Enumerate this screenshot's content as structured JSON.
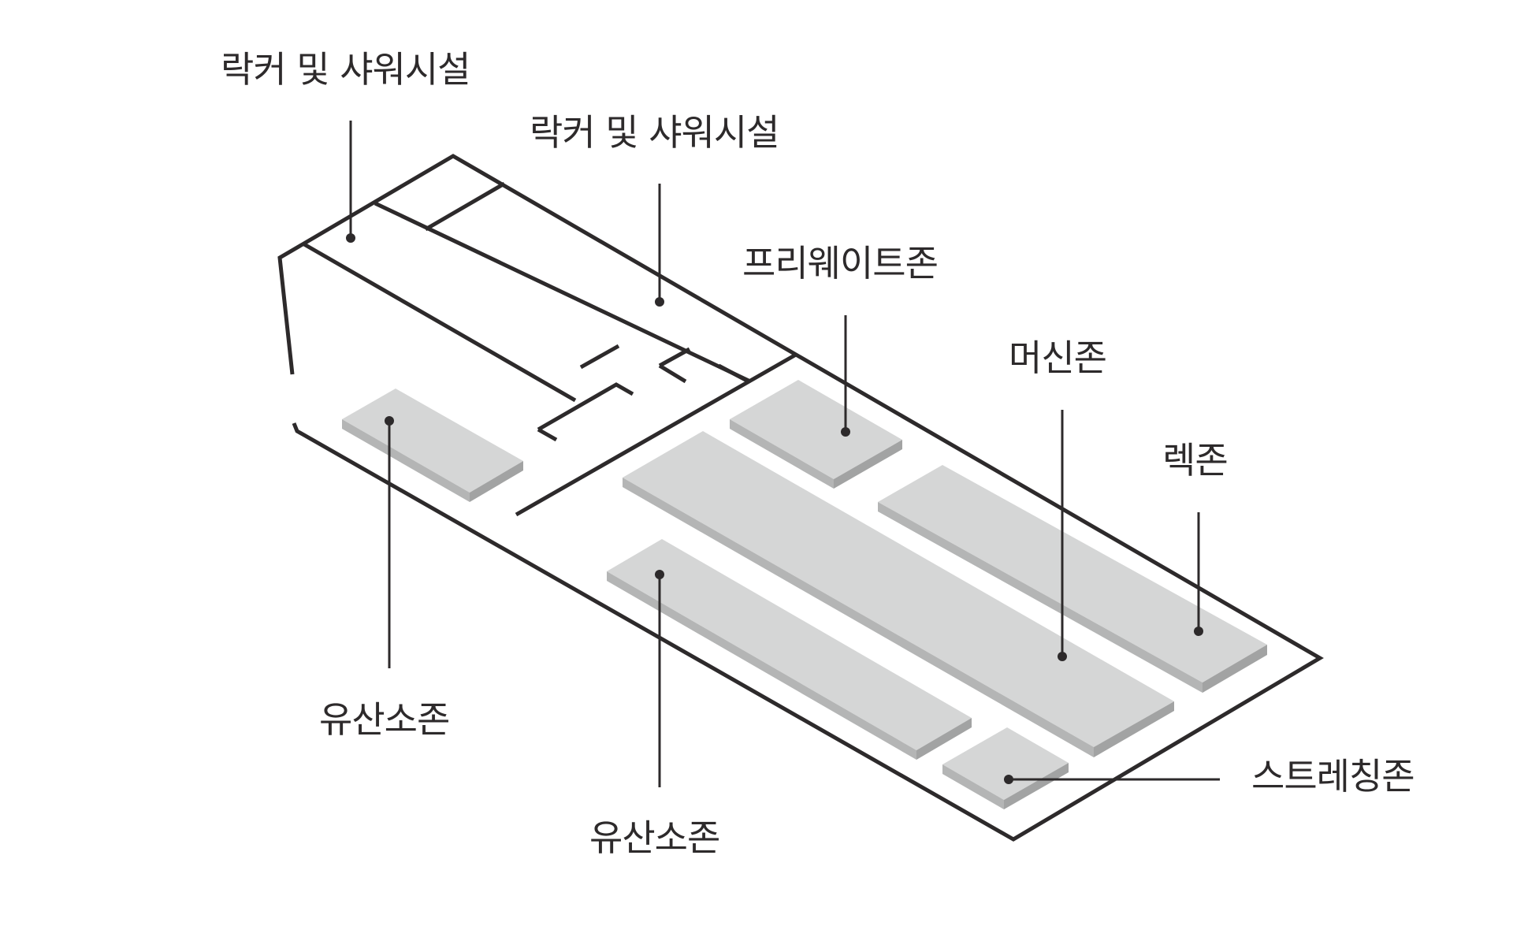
{
  "labels": {
    "locker_1": "락커 및 샤워시설",
    "locker_2": "락커 및 샤워시설",
    "freeweight": "프리웨이트존",
    "machine": "머신존",
    "rack": "렉존",
    "aerobic_1": "유산소존",
    "aerobic_2": "유산소존",
    "stretching": "스트레칭존"
  },
  "colors": {
    "line": "#2d2a2b",
    "zone_top": "#d5d6d6",
    "zone_side": "#b4b5b5"
  }
}
